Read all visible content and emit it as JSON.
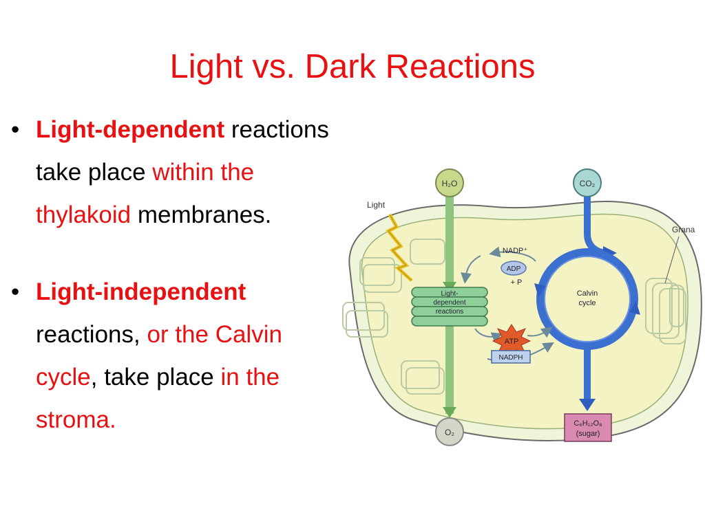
{
  "slide": {
    "title": "Light vs. Dark Reactions"
  },
  "bullets": [
    {
      "segments": [
        {
          "text": "Light-dependent",
          "color": "#e81010",
          "bold": true
        },
        {
          "text": " reactions take place ",
          "color": "#000000",
          "bold": false
        },
        {
          "text": "within the thylakoid",
          "color": "#e81010",
          "bold": false
        },
        {
          "text": " membranes.",
          "color": "#000000",
          "bold": false
        }
      ]
    },
    {
      "segments": [
        {
          "text": "Light-independent",
          "color": "#e81010",
          "bold": true
        },
        {
          "text": " reactions, ",
          "color": "#000000",
          "bold": false
        },
        {
          "text": "or the Calvin cycle",
          "color": "#e81010",
          "bold": false
        },
        {
          "text": ", take place ",
          "color": "#000000",
          "bold": false
        },
        {
          "text": "in the stroma.",
          "color": "#e81010",
          "bold": false
        }
      ]
    }
  ],
  "diagram": {
    "labels": {
      "h2o": "H₂O",
      "co2": "CO₂",
      "light": "Light",
      "grana": "Grana",
      "nadp": "NADP⁺",
      "adp": "ADP",
      "p": "+ P",
      "light_dependent_line1": "Light-",
      "light_dependent_line2": "dependent",
      "light_dependent_line3": "reactions",
      "calvin_line1": "Calvin",
      "calvin_line2": "cycle",
      "atp": "ATP",
      "nadph": "NADPH",
      "o2": "O₂",
      "sugar_formula": "C₆H₁₂O₆",
      "sugar_name": "(sugar)"
    },
    "colors": {
      "chloroplast_fill": "#e4f0c8",
      "chloroplast_inner": "#f6f1c0",
      "green_arrow": "#8fc47e",
      "blue_cycle": "#3b6fd0",
      "thylakoid": "#7cc08a",
      "atp_star": "#e05a2a",
      "sugar_box": "#d98ab0"
    }
  }
}
